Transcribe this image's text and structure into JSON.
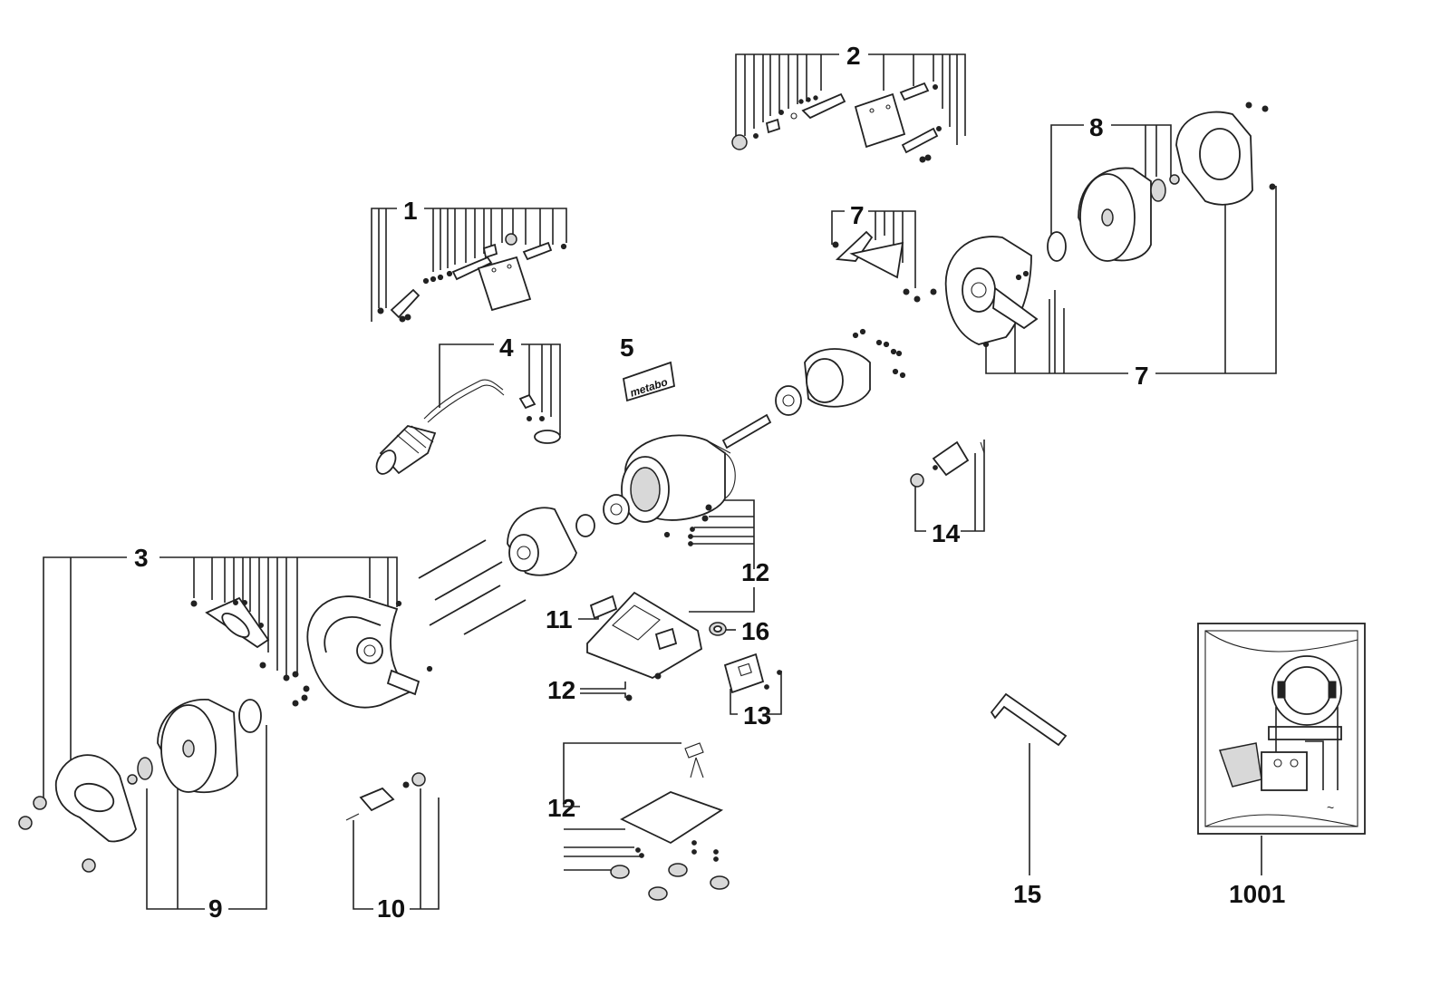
{
  "diagram": {
    "callouts": [
      {
        "id": "1",
        "text": "1"
      },
      {
        "id": "2",
        "text": "2"
      },
      {
        "id": "3",
        "text": "3"
      },
      {
        "id": "4",
        "text": "4"
      },
      {
        "id": "5",
        "text": "5"
      },
      {
        "id": "7a",
        "text": "7"
      },
      {
        "id": "7b",
        "text": "7"
      },
      {
        "id": "8",
        "text": "8"
      },
      {
        "id": "9",
        "text": "9"
      },
      {
        "id": "10",
        "text": "10"
      },
      {
        "id": "11",
        "text": "11"
      },
      {
        "id": "12a",
        "text": "12"
      },
      {
        "id": "12b",
        "text": "12"
      },
      {
        "id": "12c",
        "text": "12"
      },
      {
        "id": "13",
        "text": "13"
      },
      {
        "id": "14",
        "text": "14"
      },
      {
        "id": "15",
        "text": "15"
      },
      {
        "id": "16",
        "text": "16"
      },
      {
        "id": "1001",
        "text": "1001"
      }
    ],
    "nameplate_text": "metabo"
  }
}
